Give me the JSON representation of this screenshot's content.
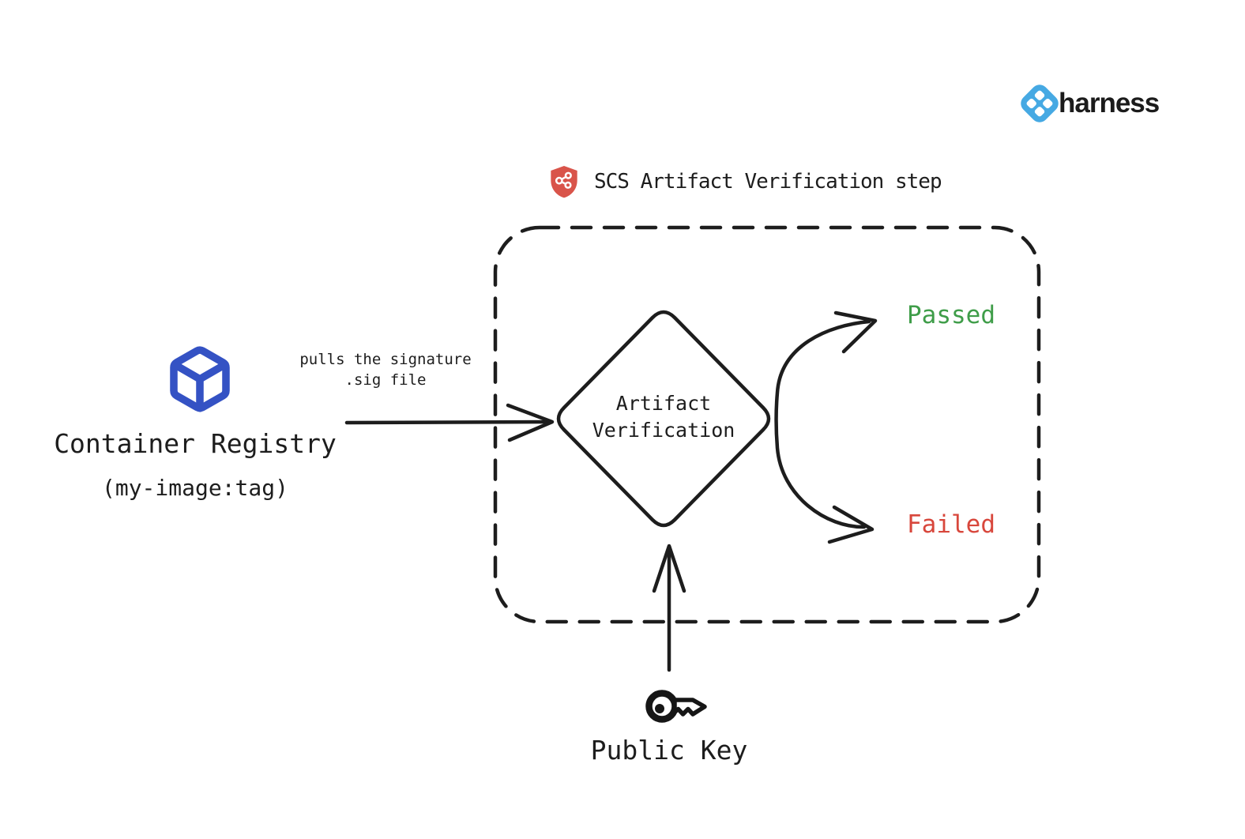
{
  "brand": {
    "name": "harness",
    "logo_color": "#46a9e3"
  },
  "header": {
    "title": "SCS Artifact Verification step",
    "shield_color": "#d9544a"
  },
  "registry": {
    "title": "Container Registry",
    "subtitle": "(my-image:tag)",
    "cube_color": "#3452c4"
  },
  "edges": {
    "pull": {
      "label_line1": "pulls the signature",
      "label_line2": ".sig file"
    },
    "passed": {
      "label": "Passed",
      "color": "#3f9d49"
    },
    "failed": {
      "label": "Failed",
      "color": "#d8473c"
    }
  },
  "decision": {
    "line1": "Artifact",
    "line2": "Verification"
  },
  "public_key": {
    "label": "Public Key"
  }
}
